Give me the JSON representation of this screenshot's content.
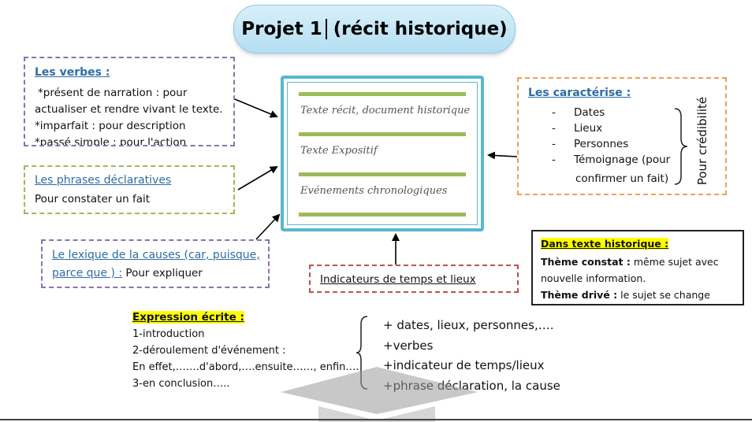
{
  "title": {
    "main": "Projet 1",
    "sub": "(récit historique)"
  },
  "verbes": {
    "heading": "Les verbes :",
    "lines": [
      "*présent de narration : pour",
      "actualiser et rendre vivant le texte.",
      "*imparfait : pour description",
      "*passé simple : pour l'action"
    ]
  },
  "phrases": {
    "heading": "Les phrases déclaratives",
    "text": "Pour constater un fait"
  },
  "lexique": {
    "heading_l1": "Le lexique de la causes (car, puisque,",
    "heading_l2": "parce que ) :",
    "text": " Pour expliquer"
  },
  "center": {
    "items": [
      "Texte récit, document historique",
      "Texte Expositif",
      "Evénements chronologiques"
    ]
  },
  "caracterise": {
    "heading": "Les caractérise :",
    "items": [
      "Dates",
      "Lieux",
      "Personnes",
      "Témoignage (pour"
    ],
    "continuation": "confirmer un fait)",
    "side_label": "Pour crédibilité"
  },
  "indicateurs": {
    "label": "Indicateurs de temps et lieux"
  },
  "historique": {
    "heading": "Dans texte historique :",
    "l1_bold": "Thème constat :",
    "l1_rest": " même sujet avec",
    "l2": "nouvelle information.",
    "l3_bold": "Thème drivé :",
    "l3_rest": " le sujet se change"
  },
  "expression": {
    "heading": "Expression écrite :",
    "lines": [
      "1-introduction",
      "2-déroulement d'événement :",
      "En effet,…….d'abord,….ensuite……, enfin….",
      "3-en conclusion….."
    ]
  },
  "plus_list": [
    "+ dates, lieux, personnes,….",
    "+verbes",
    "+indicateur de temps/lieux",
    "+phrase déclaration, la cause"
  ],
  "colors": {
    "accent_blue": "#5ab6cf",
    "green": "#9bbb59",
    "purple": "#8b72b5",
    "orange": "#f0a050",
    "red": "#c0504d",
    "highlight": "#ffff00"
  }
}
